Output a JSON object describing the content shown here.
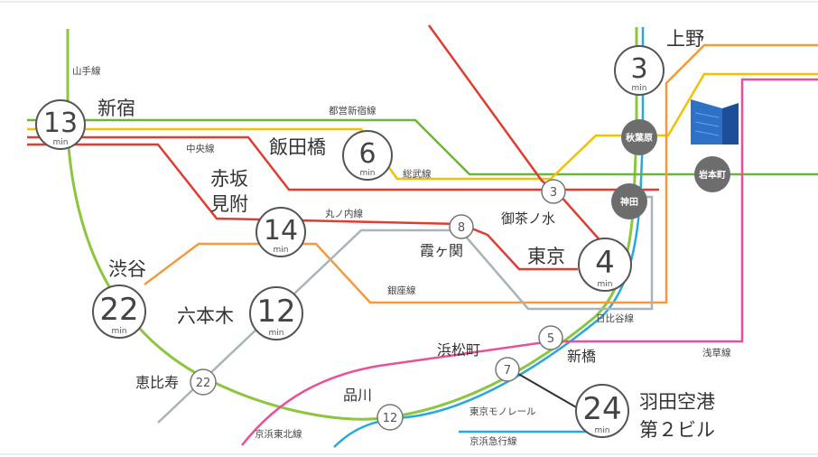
{
  "colors": {
    "yamanote": "#8cc63f",
    "chuo": "#e03c31",
    "marunouchi": "#e03c31",
    "sobu": "#f2c200",
    "toei_shinjuku": "#6cb33f",
    "ginza": "#f39a3c",
    "hibiya": "#a9b4ba",
    "asakusa": "#e9509a",
    "keihin_tohoku": "#27a8e0",
    "tokyo_monorail": "#333333",
    "keikyu": "#27a8e0",
    "dark_station": "#6d6d6d"
  },
  "lines": {
    "yamanote": "山手線",
    "toei_shinjuku": "都営新宿線",
    "chuo": "中央線",
    "sobu": "総武線",
    "marunouchi": "丸ノ内線",
    "ginza": "銀座線",
    "hibiya": "日比谷線",
    "asakusa": "浅草線",
    "tokyo_monorail": "東京モノレール",
    "keihin_tohoku": "京浜東北線",
    "keikyu": "京浜急行線"
  },
  "stations": {
    "shinjuku": {
      "name": "新宿",
      "minutes": "13",
      "unit": "min"
    },
    "iidabashi": {
      "name": "飯田橋",
      "minutes": "6",
      "unit": "min"
    },
    "ueno": {
      "name": "上野",
      "minutes": "3",
      "unit": "min"
    },
    "akasaka_line1": "赤坂",
    "akasaka_line2": "見附",
    "akasaka": {
      "minutes": "14",
      "unit": "min"
    },
    "shibuya": {
      "name": "渋谷",
      "minutes": "22",
      "unit": "min"
    },
    "roppongi": {
      "name": "六本木",
      "minutes": "12",
      "unit": "min"
    },
    "tokyo": {
      "name": "東京",
      "minutes": "4",
      "unit": "min"
    },
    "haneda_line1": "羽田空港",
    "haneda_line2": "第２ビル",
    "haneda": {
      "minutes": "24",
      "unit": "min"
    },
    "ochanomizu": {
      "name": "御茶ノ水",
      "minutes": "3"
    },
    "kasumigaseki": {
      "name": "霞ヶ関",
      "minutes": "8"
    },
    "shimbashi": {
      "name": "新橋",
      "minutes": "5"
    },
    "hamamatsucho": {
      "name": "浜松町",
      "minutes": "7"
    },
    "shinagawa": {
      "name": "品川",
      "minutes": "12"
    },
    "ebisu": {
      "name": "恵比寿",
      "minutes": "22"
    },
    "akihabara": "秋葉原",
    "kanda": "神田",
    "iwamotocho": "岩本町"
  }
}
